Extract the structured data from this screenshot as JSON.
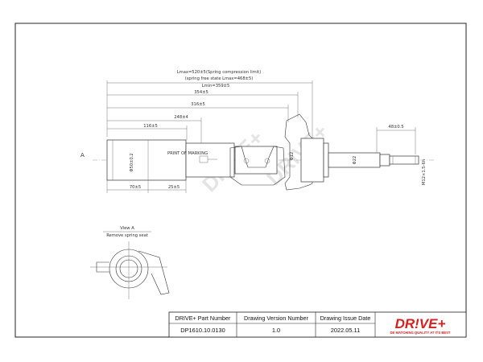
{
  "dimensions": {
    "lmax": "Lmax=520±5(Spring compression limit)",
    "free_state": "(spring free state Lmax=468±5)",
    "lmin": "Lmin=359±5",
    "d354": "354±5",
    "d316": "316±5",
    "d248": "248±4",
    "d116": "116±5",
    "d70": "70±5",
    "d25": "25±5",
    "d48": "48±0.5",
    "dia50": "Φ50±0.2",
    "dia22": "Φ22",
    "thread": "M12×1.5-6h",
    "dia12": "Φ12"
  },
  "annotations": {
    "marker_a": "A",
    "view_a": "View A",
    "remove_spring": "Remove spring seat",
    "print_note": "PRINT OF MARKING"
  },
  "watermark": "DRIVE+",
  "title_block": {
    "headers": [
      "DRIVE+ Part Number",
      "Drawing Version  Number",
      "Drawing Issue Date"
    ],
    "values": [
      "DP1610.10.0130",
      "1.0",
      "2022.05.11"
    ],
    "logo": "DR!VE+",
    "tagline": "DE MATCHING QUALITY AT ITS BEST"
  },
  "colors": {
    "brand": "#d42020",
    "line": "#333333"
  }
}
